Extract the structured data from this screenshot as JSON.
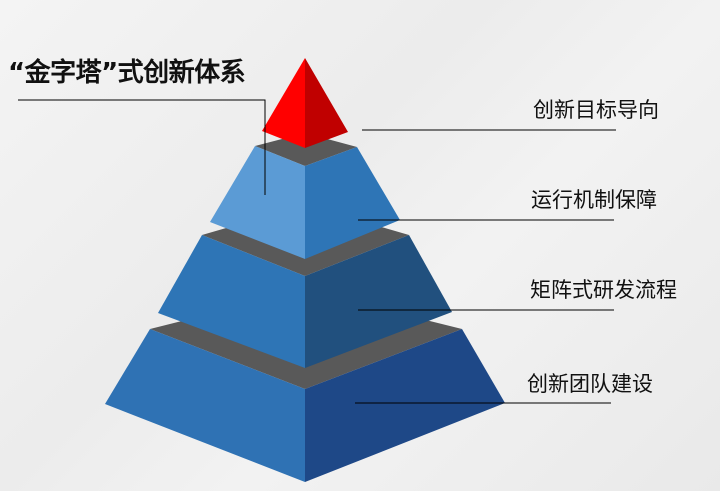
{
  "title": "“金字塔”式创新体系",
  "levels": [
    {
      "label": "创新目标导向",
      "color": "#e00000"
    },
    {
      "label": "运行机制保障",
      "color": "#5b9bd5"
    },
    {
      "label": "矩阵式研发流程",
      "color": "#2e75b6"
    },
    {
      "label": "创新团队建设",
      "color": "#1f4e8c"
    }
  ]
}
